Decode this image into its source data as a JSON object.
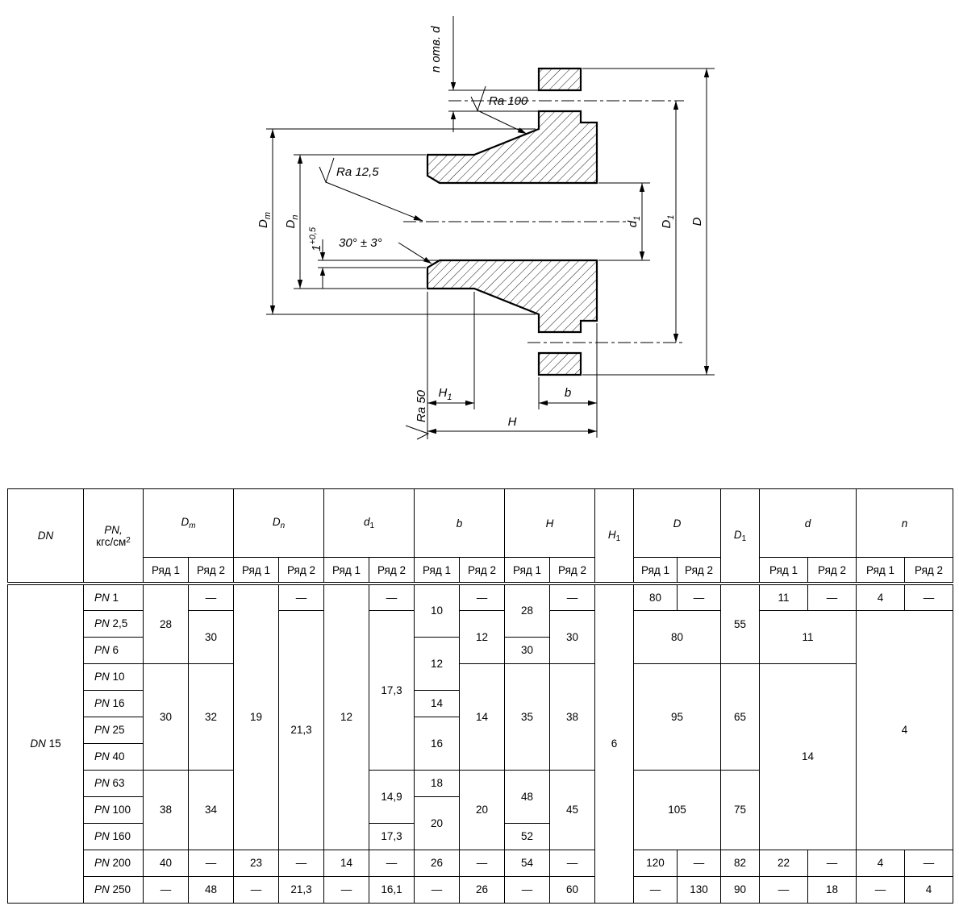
{
  "drawing": {
    "labels": {
      "n_holes": {
        "n": "n",
        "text": "отв.",
        "d": "d"
      },
      "ra100": "Ra 100",
      "ra125": "Ra 12,5",
      "ra50": "Ra 50",
      "angle": "30° ± 3°",
      "one": {
        "base": "1",
        "tol": "+0,5"
      },
      "Dm": {
        "base": "D",
        "sub": "m"
      },
      "Dn": {
        "base": "D",
        "sub": "n"
      },
      "d1": {
        "base": "d",
        "sub": "1"
      },
      "D1": {
        "base": "D",
        "sub": "1"
      },
      "D": "D",
      "H1": {
        "base": "H",
        "sub": "1"
      },
      "H": "H",
      "b": "b"
    }
  },
  "table": {
    "header": [
      [
        {
          "parts": [
            {
              "t": "DN",
              "i": 1
            }
          ],
          "rs": 2
        },
        {
          "parts": [
            {
              "t": "PN,",
              "i": 1
            },
            {
              "br": 1
            },
            {
              "t": "кгс/см"
            },
            {
              "t": "2",
              "sup": 1
            }
          ],
          "rs": 2
        },
        {
          "parts": [
            {
              "t": "D",
              "i": 1
            },
            {
              "t": "m",
              "sub": 1,
              "i": 1
            }
          ],
          "cs": 2
        },
        {
          "parts": [
            {
              "t": "D",
              "i": 1
            },
            {
              "t": "n",
              "sub": 1,
              "i": 1
            }
          ],
          "cs": 2
        },
        {
          "parts": [
            {
              "t": "d",
              "i": 1
            },
            {
              "t": "1",
              "sub": 1
            }
          ],
          "cs": 2
        },
        {
          "parts": [
            {
              "t": "b",
              "i": 1
            }
          ],
          "cs": 2
        },
        {
          "parts": [
            {
              "t": "H",
              "i": 1
            }
          ],
          "cs": 2
        },
        {
          "parts": [
            {
              "t": "H",
              "i": 1
            },
            {
              "t": "1",
              "sub": 1
            }
          ],
          "rs": 2
        },
        {
          "parts": [
            {
              "t": "D",
              "i": 1
            }
          ],
          "cs": 2
        },
        {
          "parts": [
            {
              "t": "D",
              "i": 1
            },
            {
              "t": "1",
              "sub": 1
            }
          ],
          "rs": 2
        },
        {
          "parts": [
            {
              "t": "d",
              "i": 1
            }
          ],
          "cs": 2
        },
        {
          "parts": [
            {
              "t": "n",
              "i": 1
            }
          ],
          "cs": 2
        }
      ],
      [
        {
          "t": "Ряд 1"
        },
        {
          "t": "Ряд 2"
        },
        {
          "t": "Ряд 1"
        },
        {
          "t": "Ряд 2"
        },
        {
          "t": "Ряд 1"
        },
        {
          "t": "Ряд 2"
        },
        {
          "t": "Ряд 1"
        },
        {
          "t": "Ряд 2"
        },
        {
          "t": "Ряд 1"
        },
        {
          "t": "Ряд 2"
        },
        {
          "t": "Ряд 1"
        },
        {
          "t": "Ряд 2"
        },
        {
          "t": "Ряд 1"
        },
        {
          "t": "Ряд 2"
        },
        {
          "t": "Ряд 1"
        },
        {
          "t": "Ряд 2"
        }
      ]
    ],
    "rows": [
      [
        {
          "parts": [
            {
              "t": "DN",
              "i": 1
            },
            {
              "t": " 15"
            }
          ],
          "rs": 12,
          "n": "dn-cell"
        },
        {
          "parts": [
            {
              "t": "PN",
              "i": 1
            },
            {
              "t": " 1"
            }
          ],
          "n": "pn-cell"
        },
        {
          "t": "28",
          "rs": 3
        },
        {
          "t": "—"
        },
        {
          "t": "19",
          "rs": 10
        },
        {
          "t": "—"
        },
        {
          "t": "12",
          "rs": 10
        },
        {
          "t": "—"
        },
        {
          "t": "10",
          "rs": 2
        },
        {
          "t": "—"
        },
        {
          "t": "28",
          "rs": 2
        },
        {
          "t": "—"
        },
        {
          "t": "6",
          "rs": 12
        },
        {
          "t": "80"
        },
        {
          "t": "—"
        },
        {
          "t": "55",
          "rs": 3
        },
        {
          "t": "11"
        },
        {
          "t": "—"
        },
        {
          "t": "4"
        },
        {
          "t": "—"
        }
      ],
      [
        {
          "parts": [
            {
              "t": "PN",
              "i": 1
            },
            {
              "t": " 2,5"
            }
          ],
          "n": "pn-cell"
        },
        {
          "t": "30",
          "rs": 2
        },
        {
          "t": "21,3",
          "rs": 9
        },
        {
          "t": "17,3",
          "rs": 6
        },
        {
          "t": "12",
          "rs": 2
        },
        {
          "t": "30",
          "rs": 2
        },
        {
          "t": "80",
          "cs": 2,
          "rs": 2
        },
        {
          "t": "11",
          "cs": 2,
          "rs": 2
        },
        {
          "t": "4",
          "cs": 2,
          "rs": 9
        }
      ],
      [
        {
          "parts": [
            {
              "t": "PN",
              "i": 1
            },
            {
              "t": " 6"
            }
          ],
          "n": "pn-cell"
        },
        {
          "t": "12",
          "rs": 2
        },
        {
          "t": "30"
        }
      ],
      [
        {
          "parts": [
            {
              "t": "PN",
              "i": 1
            },
            {
              "t": " 10"
            }
          ],
          "n": "pn-cell"
        },
        {
          "t": "30",
          "rs": 4
        },
        {
          "t": "32",
          "rs": 4
        },
        {
          "t": "14",
          "rs": 4
        },
        {
          "t": "35",
          "rs": 4
        },
        {
          "t": "38",
          "rs": 4
        },
        {
          "t": "95",
          "cs": 2,
          "rs": 4
        },
        {
          "t": "65",
          "rs": 4
        },
        {
          "t": "14",
          "cs": 2,
          "rs": 7
        }
      ],
      [
        {
          "parts": [
            {
              "t": "PN",
              "i": 1
            },
            {
              "t": " 16"
            }
          ],
          "n": "pn-cell"
        },
        {
          "t": "14"
        }
      ],
      [
        {
          "parts": [
            {
              "t": "PN",
              "i": 1
            },
            {
              "t": " 25"
            }
          ],
          "n": "pn-cell"
        },
        {
          "t": "16",
          "rs": 2
        }
      ],
      [
        {
          "parts": [
            {
              "t": "PN",
              "i": 1
            },
            {
              "t": " 40"
            }
          ],
          "n": "pn-cell"
        }
      ],
      [
        {
          "parts": [
            {
              "t": "PN",
              "i": 1
            },
            {
              "t": " 63"
            }
          ],
          "n": "pn-cell"
        },
        {
          "t": "38",
          "rs": 3
        },
        {
          "t": "34",
          "rs": 3
        },
        {
          "t": "14,9",
          "rs": 2
        },
        {
          "t": "18"
        },
        {
          "t": "20",
          "rs": 3
        },
        {
          "t": "48",
          "rs": 2
        },
        {
          "t": "45",
          "rs": 3
        },
        {
          "t": "105",
          "cs": 2,
          "rs": 3
        },
        {
          "t": "75",
          "rs": 3
        }
      ],
      [
        {
          "parts": [
            {
              "t": "PN",
              "i": 1
            },
            {
              "t": " 100"
            }
          ],
          "n": "pn-cell"
        },
        {
          "t": "20",
          "rs": 2
        }
      ],
      [
        {
          "parts": [
            {
              "t": "PN",
              "i": 1
            },
            {
              "t": " 160"
            }
          ],
          "n": "pn-cell"
        },
        {
          "t": "17,3"
        },
        {
          "t": "52"
        }
      ],
      [
        {
          "parts": [
            {
              "t": "PN",
              "i": 1
            },
            {
              "t": " 200"
            }
          ],
          "n": "pn-cell"
        },
        {
          "t": "40"
        },
        {
          "t": "—"
        },
        {
          "t": "23"
        },
        {
          "t": "—"
        },
        {
          "t": "14"
        },
        {
          "t": "—"
        },
        {
          "t": "26"
        },
        {
          "t": "—"
        },
        {
          "t": "54"
        },
        {
          "t": "—"
        },
        {
          "t": "120"
        },
        {
          "t": "—"
        },
        {
          "t": "82"
        },
        {
          "t": "22"
        },
        {
          "t": "—"
        },
        {
          "t": "4"
        },
        {
          "t": "—"
        }
      ],
      [
        {
          "parts": [
            {
              "t": "PN",
              "i": 1
            },
            {
              "t": " 250"
            }
          ],
          "n": "pn-cell"
        },
        {
          "t": "—"
        },
        {
          "t": "48"
        },
        {
          "t": "—"
        },
        {
          "t": "21,3"
        },
        {
          "t": "—"
        },
        {
          "t": "16,1"
        },
        {
          "t": "—"
        },
        {
          "t": "26"
        },
        {
          "t": "—"
        },
        {
          "t": "60"
        },
        {
          "t": "—"
        },
        {
          "t": "130"
        },
        {
          "t": "90"
        },
        {
          "t": "—"
        },
        {
          "t": "18"
        },
        {
          "t": "—"
        },
        {
          "t": "4"
        }
      ]
    ]
  }
}
